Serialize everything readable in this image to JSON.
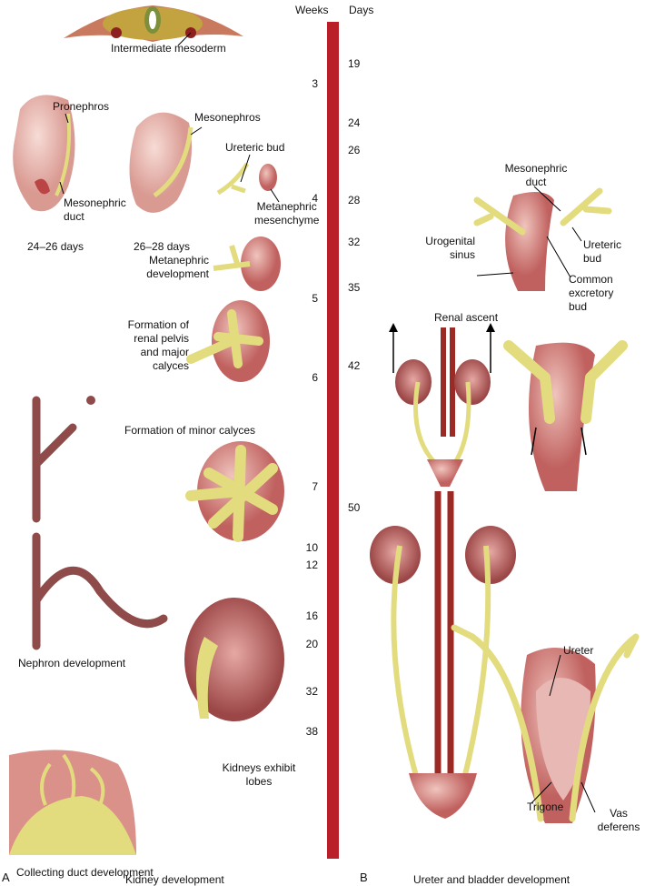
{
  "timeline": {
    "weeks_header": "Weeks",
    "days_header": "Days",
    "weeks": [
      "3",
      "4",
      "5",
      "6",
      "7",
      "10",
      "12",
      "16",
      "20",
      "32",
      "38"
    ],
    "days": [
      "19",
      "24",
      "26",
      "28",
      "32",
      "35",
      "42",
      "50"
    ],
    "bar_color": "#b81f29"
  },
  "panel_a": {
    "letter": "A",
    "caption": "Kidney development",
    "labels": {
      "intermediate_mesoderm": "Intermediate mesoderm",
      "pronephros": "Pronephros",
      "mesonephros": "Mesonephros",
      "ureteric_bud": "Ureteric bud",
      "mesonephric_duct_1": "Mesonephric",
      "mesonephric_duct_2": "duct",
      "metanephric_mesenchyme_1": "Metanephric",
      "metanephric_mesenchyme_2": "mesenchyme",
      "days_24_26": "24–26 days",
      "days_26_28": "26–28 days",
      "metanephric_development_1": "Metanephric",
      "metanephric_development_2": "development",
      "renal_pelvis_1": "Formation of",
      "renal_pelvis_2": "renal pelvis",
      "renal_pelvis_3": "and major",
      "renal_pelvis_4": "calyces",
      "minor_calyces": "Formation of minor calyces",
      "nephron_development": "Nephron development",
      "lobes_1": "Kidneys exhibit",
      "lobes_2": "lobes",
      "collecting_duct": "Collecting duct development"
    }
  },
  "panel_b": {
    "letter": "B",
    "caption": "Ureter and bladder development",
    "labels": {
      "mesonephric_duct_1": "Mesonephric",
      "mesonephric_duct_2": "duct",
      "urogenital_sinus_1": "Urogenital",
      "urogenital_sinus_2": "sinus",
      "ureteric_bud_1": "Ureteric",
      "ureteric_bud_2": "bud",
      "common_excretory_1": "Common",
      "common_excretory_2": "excretory",
      "common_excretory_3": "bud",
      "renal_ascent": "Renal ascent",
      "ureter": "Ureter",
      "trigone": "Trigone",
      "vas_deferens_1": "Vas",
      "vas_deferens_2": "deferens"
    }
  },
  "colors": {
    "tissue": "#c9706f",
    "duct": "#e3dc7e",
    "vessel": "#9c2a24",
    "embryo": "#e8b3ad"
  }
}
